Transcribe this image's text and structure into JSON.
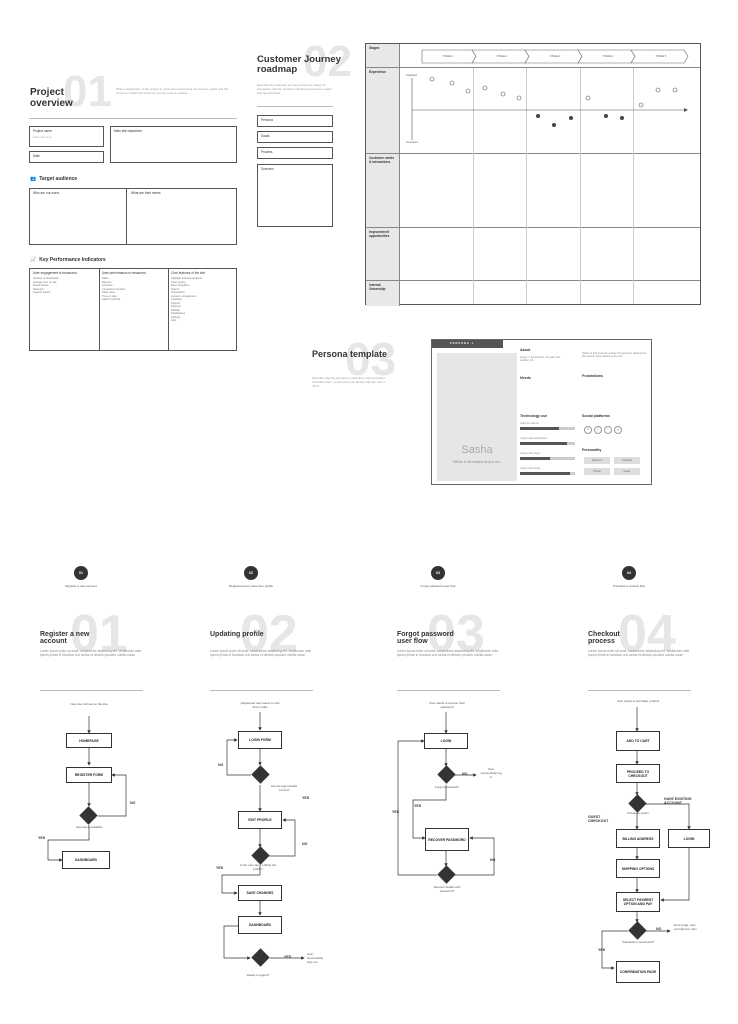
{
  "project_overview": {
    "number": "01",
    "title": "Project overview",
    "intro": "Write a description of the project in a few short sentences: its purpose, goals and the context in which this customer journey map is created.",
    "fields": {
      "project_name": "Project name",
      "project_name_hint": "Enter text here",
      "main_site_objectives": "Main site objectives",
      "date": "Date"
    },
    "target_audience": {
      "heading": "Target audience",
      "who": "Who are our users",
      "what": "What are their needs"
    },
    "kpi": {
      "heading": "Key Performance Indicators",
      "columns": [
        {
          "title": "User engagement is measured",
          "items": [
            "Number of downloads",
            "Average time on site",
            "Social shares",
            "Retention",
            "Support tickets"
          ]
        },
        {
          "title": "User performance is measured",
          "items": [
            "Sales",
            "Signups",
            "Accounts",
            "Completed transfers",
            "Page views",
            "Time on task",
            "Search success"
          ]
        },
        {
          "title": "Core features of the site",
          "items": [
            "Highlight featured products",
            "Clear pricing",
            "Easy navigation",
            "Search",
            "Onboarding",
            "Account management",
            "Checkout",
            "Support",
            "Reviews",
            "Wishlist",
            "Notifications",
            "Settings",
            "Help"
          ]
        }
      ]
    }
  },
  "roadmap": {
    "number": "02",
    "title": "Customer Journey roadmap",
    "intro": "Describe the customer journey across the stages of interaction with the product, including experience, needs and opportunities.",
    "fields": [
      "Persona",
      "Goals",
      "Process",
      "Scenario"
    ],
    "rows": [
      "Stages",
      "Experience",
      "Customer needs & interactions",
      "Improvement opportunities",
      "Internal Ownership"
    ],
    "stages": [
      "STAGE 1",
      "STAGE 2",
      "STAGE 3",
      "STAGE 4",
      "STAGE 5"
    ],
    "axis_top": "Delighted",
    "axis_bottom": "Frustrated"
  },
  "persona": {
    "number": "03",
    "title": "Persona template",
    "intro": "Describe who the persona is, what they want and what frustrates them, so the team can design with the user in mind.",
    "tag": "PERSONA 1",
    "name": "Sasha",
    "quote": "\"Where is the nearest shop to me.\"",
    "about": "About",
    "about_text": "Single, 2 living family, 32 years old, teacher, UK",
    "goals_text": "Wants to find products quickly and get them delivered to the nearest shop without extra cost.",
    "needs": "Needs",
    "frustrations": "Frustrations",
    "technology_use": "Technology use",
    "tech": [
      {
        "label": "Using the internet",
        "level": 0.7
      },
      {
        "label": "Using mobile applications",
        "level": 0.85
      },
      {
        "label": "Using online shops",
        "level": 0.55
      },
      {
        "label": "Using social media",
        "level": 0.9
      }
    ],
    "social_platforms": "Social platforms",
    "socials": [
      "in",
      "f",
      "t",
      "p"
    ],
    "personality": "Personality",
    "traits": [
      "Extrovert",
      "Practical",
      "Thinker",
      "Feeler"
    ]
  },
  "flows": [
    {
      "step": "01",
      "caption": "Register a new account",
      "number": "01",
      "title": "Register a new account",
      "body": "Lorem ipsum dolor sit amet, consectetur adipiscing elit. Vestibulum ante ipsum primis in faucibus orci luctus et ultrices posuere cubilia curae.",
      "start": "New user arrives on the site",
      "nodes": [
        "HOMEPAGE",
        "REGISTER FORM",
        "DASHBOARD"
      ],
      "decision": "Username available",
      "yes": "YES",
      "no": "NO"
    },
    {
      "step": "02",
      "caption": "Registered user edits their profile",
      "number": "02",
      "title": "Updating profile",
      "body": "Lorem ipsum dolor sit amet, consectetur adipiscing elit. Vestibulum ante ipsum primis in faucibus orci luctus et ultrices posuere cubilia curae.",
      "start": "Registered user wants to edit their profile",
      "nodes": [
        "LOGIN FORM",
        "EDIT PROFILE",
        "SAVE CHANGES",
        "DASHBOARD"
      ],
      "d1": "Are the login details correct?",
      "d2": "Is the user done editing the profile?",
      "d3": "Ready to logout?",
      "end": "User successfully logs out",
      "yes": "YES",
      "no": "NO"
    },
    {
      "step": "03",
      "caption": "Forgot password user flow",
      "number": "03",
      "title": "Forgot password user flow",
      "body": "Lorem ipsum dolor sit amet, consectetur adipiscing elit. Vestibulum ante ipsum primis in faucibus orci luctus et ultrices posuere cubilia curae.",
      "start": "User wants to recover their password",
      "nodes": [
        "LOGIN",
        "RECOVER PASSWORD"
      ],
      "d1": "Forgot password?",
      "d2": "Recover details with password?",
      "end": "User successfully log in",
      "yes": "YES",
      "no": "NO"
    },
    {
      "step": "04",
      "caption": "Purchase a product flow",
      "number": "04",
      "title": "Checkout process",
      "body": "Lorem ipsum dolor sit amet, consectetur adipiscing elit. Vestibulum ante ipsum primis in faucibus orci luctus et ultrices posuere cubilia curae.",
      "start": "User wants to purchase product",
      "nodes": [
        "ADD TO CART",
        "PROCEED TO CHECKOUT",
        "BILLING ADDRESS",
        "LOGIN",
        "SHIPPING OPTIONS",
        "SELECT PAYMENT OPTION AND PAY",
        "CONFIRMATION PAGE"
      ],
      "guest": "GUEST CHECKOUT",
      "existing": "HAVE EXISTING ACCOUNT",
      "d1": "Checkout option",
      "d2": "Transaction successful?",
      "err": "Error page, user prompted to retry",
      "yes": "YES",
      "no": "NO"
    }
  ]
}
